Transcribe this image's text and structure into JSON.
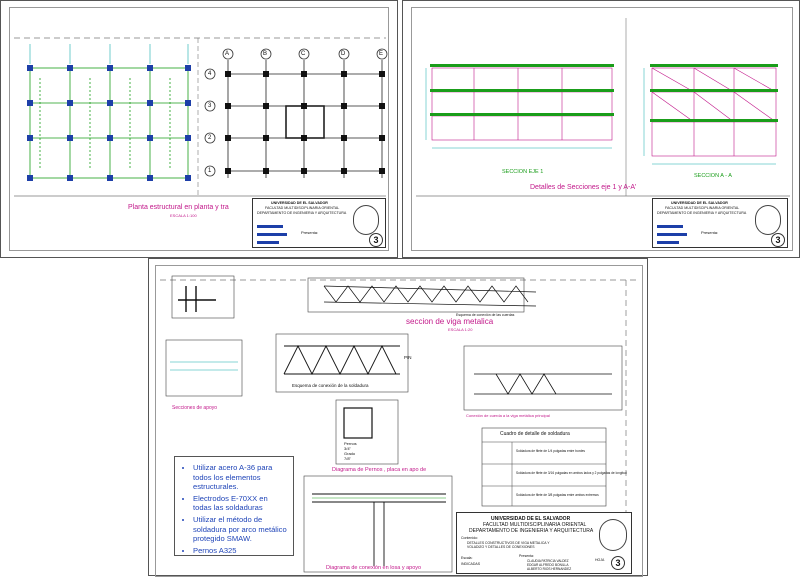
{
  "sheet1": {
    "caption": "Planta estructural en planta y tra",
    "caption_sub": "ESCALA 1:100",
    "grid_cols": [
      "A",
      "B",
      "C",
      "D",
      "E"
    ],
    "grid_rows": [
      "4",
      "3",
      "2",
      "1"
    ],
    "title_block": {
      "univ": "UNIVERSIDAD DE EL SALVADOR",
      "faculty": "FACULTAD MULTIDISCIPLINARIA ORIENTAL",
      "dept": "DEPARTAMENTO DE INGENIERIA Y ARQUITECTURA",
      "presenta": "Presenta:",
      "sheet_no": "3"
    }
  },
  "sheet2": {
    "section1": "SECCION EJE 1",
    "sectionA": "SECCION A - A",
    "caption": "Detalles de Secciones eje 1 y A-A'",
    "title_block": {
      "univ": "UNIVERSIDAD DE EL SALVADOR",
      "faculty": "FACULTAD MULTIDISCIPLINARIA ORIENTAL",
      "dept": "DEPARTAMENTO DE INGENIERIA Y ARQUITECTURA",
      "presenta": "Presenta:",
      "sheet_no": "3"
    }
  },
  "sheet3": {
    "beam_caption": "seccion de viga metalica",
    "beam_sub": "ESCALA 1:20",
    "connection_note": "Esquema de conexión de las cuerdas",
    "soldadura_note": "Esquema de conexión de la soldadura",
    "pin_label": "PIN",
    "seccion_apoyo": "Secciones de apoyo",
    "pernos_caption": "Diagrama de Pernos , placa en apo de",
    "conexion_caption": "Conexión de cuerda a la viga metálica principal",
    "bottom_caption": "Diagrama de conexión en losa y apoyo",
    "pernos_text": [
      "Pernos",
      "3/4\"",
      "Grado",
      "7/8\""
    ],
    "weld_table_title": "Cuadro de detalle de soldadura",
    "weld_rows": [
      "Soldadura de filete de 1/4 pulgadas entre bordes",
      "Soldadura de filete de 3/16 pulgadas en ambos lados y 2 pulgadas de longitud",
      "Soldadura de filete de 3/8 pulgadas entre ambos extremos"
    ],
    "notes": [
      "Utilizar acero A-36 para todos los elementos estructurales.",
      "Electrodos E-70XX en todas las soldaduras",
      "Utilizar el método de soldadura por arco metálico protegido SMAW.",
      "Pernos A325"
    ],
    "title_block": {
      "univ": "UNIVERSIDAD DE EL SALVADOR",
      "faculty": "FACULTAD MULTIDISCIPLINARIA ORIENTAL",
      "dept": "DEPARTAMENTO DE INGENIERIA Y ARQUITECTURA",
      "contenido": "Contenido:",
      "contenido_text": "DETALLES CONSTRUCTIVOS DE VIGA METALICA Y",
      "contenido_text2": "VOLADIZO Y DETALLES DE CONEXIONES",
      "escala_label": "Escala:",
      "escala_value": "INDICADAS",
      "presenta": "Presenta:",
      "names": [
        "CLAUDIA PATRICIA VALDEZ",
        "EDGAR ALFREDO BONILLA",
        "ALBERTO RIOS HERNANDEZ"
      ],
      "hoja_label": "HOJA",
      "sheet_no": "3"
    }
  },
  "colors": {
    "magenta": "#c2188a",
    "green": "#1a9d1a",
    "blue": "#1d3fa8",
    "cyan": "#11aaaa"
  }
}
